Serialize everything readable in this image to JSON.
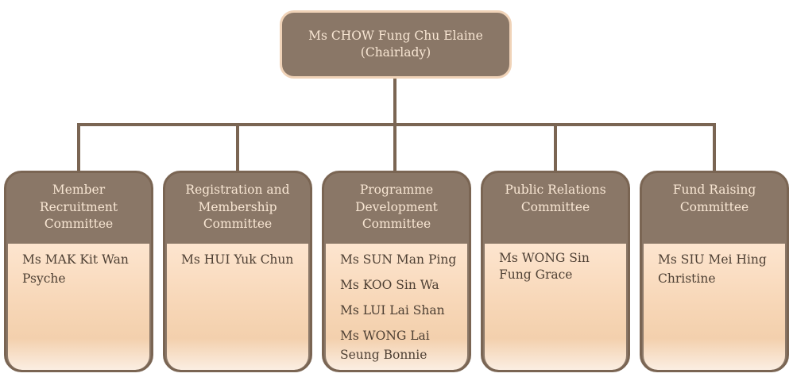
{
  "chairlady": {
    "name": "Ms CHOW Fung Chu Elaine",
    "title": "(Chairlady)"
  },
  "committees": [
    {
      "name_lines": [
        "Member",
        "Recruitment",
        "Committee"
      ],
      "members": [
        "Ms MAK Kit Wan Psyche"
      ]
    },
    {
      "name_lines": [
        "Registration and",
        "Membership",
        "Committee"
      ],
      "members": [
        "Ms HUI Yuk Chun"
      ]
    },
    {
      "name_lines": [
        "Programme",
        "Development",
        "Committee"
      ],
      "members": [
        "Ms SUN Man Ping",
        "Ms KOO Sin Wa",
        "Ms LUI Lai Shan",
        "Ms WONG Lai Seung Bonnie"
      ]
    },
    {
      "name_lines": [
        "Public Relations",
        "Committee"
      ],
      "members": [
        "Ms WONG Sin Fung Grace"
      ]
    },
    {
      "name_lines": [
        "Fund Raising",
        "Committee"
      ],
      "members": [
        "Ms SIU Mei Hing Christine"
      ]
    }
  ],
  "colors": {
    "header": "#8a7767",
    "connector": "#7a6553",
    "chair_border": "#f0d3b8",
    "header_text": "#f8e6d3",
    "body_text": "#4d3f33"
  }
}
